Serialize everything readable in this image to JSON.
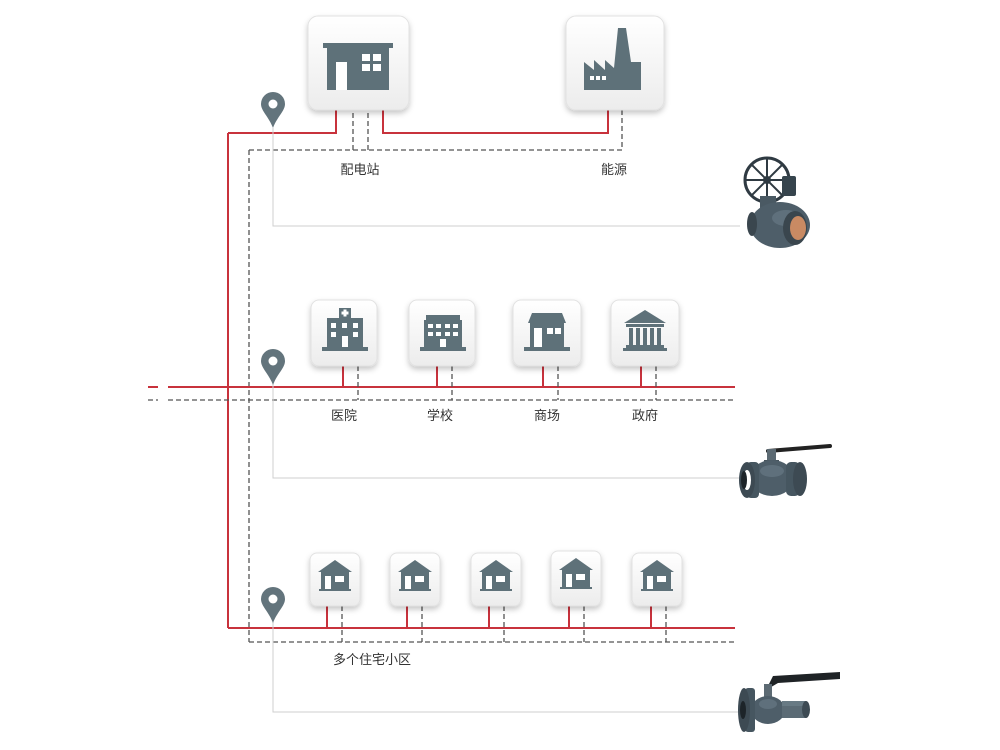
{
  "colors": {
    "supply_line": "#c8323c",
    "return_line": "#555555",
    "branch_line": "#cfcfcf",
    "icon": "#5e7179",
    "pin": "#63747c"
  },
  "tiers": {
    "source": {
      "nodes": [
        {
          "icon": "substation-icon",
          "label": "配电站"
        },
        {
          "icon": "factory-icon",
          "label": "能源"
        }
      ],
      "valve": "gear-operated-valve-icon"
    },
    "public": {
      "nodes": [
        {
          "icon": "hospital-icon",
          "label": "医院"
        },
        {
          "icon": "school-icon",
          "label": "学校"
        },
        {
          "icon": "mall-icon",
          "label": "商场"
        },
        {
          "icon": "government-icon",
          "label": "政府"
        }
      ],
      "valve": "flanged-ball-valve-icon"
    },
    "residential": {
      "nodes": [
        {
          "icon": "house-icon"
        },
        {
          "icon": "house-icon"
        },
        {
          "icon": "house-icon"
        },
        {
          "icon": "house-icon"
        },
        {
          "icon": "house-icon"
        }
      ],
      "label": "多个住宅小区",
      "valve": "lever-ball-valve-icon"
    }
  }
}
